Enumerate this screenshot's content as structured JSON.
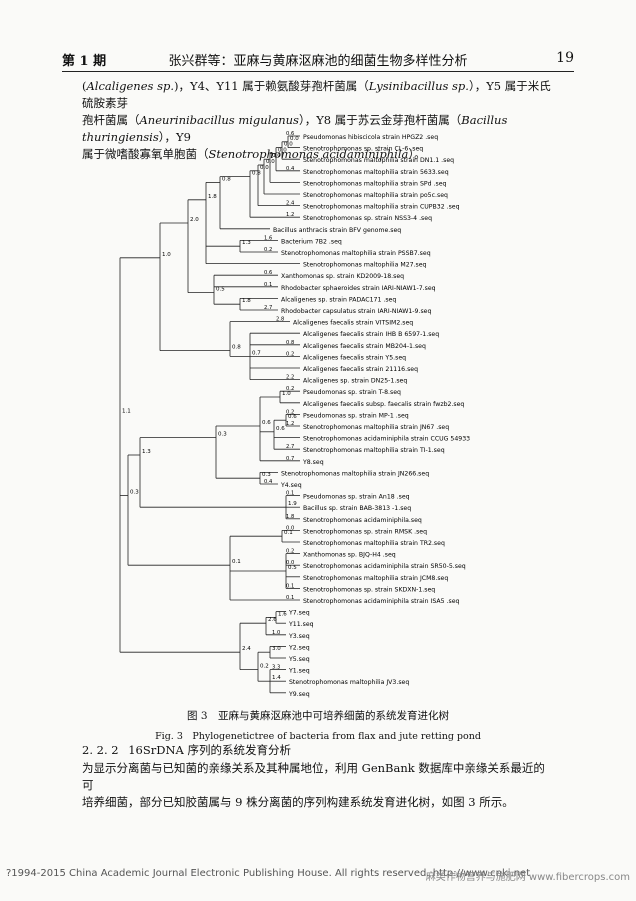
{
  "header": {
    "issue": "第 1 期",
    "title": "张兴群等：亚麻与黄麻沤麻池的细菌生物多样性分析",
    "page": "19"
  },
  "para1": [
    [
      "(",
      "Alcaligenes sp.",
      ")，Y4、Y11 属于赖氨酸芽孢杆菌属（",
      "Lysinibacillus sp.",
      "），Y5 属于米氏硫胺素芽"
    ],
    [
      "孢杆菌属（",
      "Aneurinibacillus migulanus",
      "），Y8 属于苏云金芽孢杆菌属（",
      "Bacillus thuringiensis",
      "），Y9"
    ],
    [
      "属于微嗜酸寡氧单胞菌（",
      "Stenotrophomonas acidaminiphila",
      "）。"
    ]
  ],
  "chart_data": {
    "type": "tree",
    "leaves": [
      "Pseudomonas hibiscicola strain HPGZ2 .seq",
      "Stenotrophomonas sp. strain CL-6 .seq",
      "Stenotrophomonas maltophilia strain DN1.1 .seq",
      "Stenotrophomonas maltophilia strain 5633.seq",
      "Stenotrophomonas maltophilia strain SPd .seq",
      "Stenotrophomonas maltophilia strain po5c.seq",
      "Stenotrophomonas maltophilia strain CUPB32 .seq",
      "Stenotrophomonas sp. strain NSS3-4 .seq",
      "Bacillus anthracis strain BFV genome.seq",
      "Bacterium 7B2 .seq",
      "Stenotrophomonas maltophilia strain PSSB7.seq",
      "Stenotrophomonas maltophilia M27.seq",
      "Xanthomonas sp. strain KD2009-18.seq",
      "Rhodobacter sphaeroides strain IARI-NIAW1-7.seq",
      "Alcaligenes sp. strain PADAC171 .seq",
      "Rhodobacter capsulatus strain IARI-NIAW1-9.seq",
      "Alcaligenes faecalis strain VITSIM2.seq",
      "Alcaligenes faecalis strain IHB B 6597-1.seq",
      "Alcaligenes faecalis strain MB204-1.seq",
      "Alcaligenes faecalis strain Y5.seq",
      "Alcaligenes faecalis strain 21116.seq",
      "Alcaligenes sp. strain DN25-1.seq",
      "Pseudomonas sp. strain T-8.seq",
      "Alcaligenes faecalis subsp. faecalis strain fwzb2.seq",
      "Pseudomonas sp. strain MP-1 .seq",
      "Stenotrophomonas maltophilia strain JN67 .seq",
      "Stenotrophomonas acidaminiphila strain CCUG 54933.seq",
      "Stenotrophomonas maltophilia strain TI-1.seq",
      "Y8.seq",
      "Stenotrophomonas maltophilia strain JN266.seq",
      "Y4.seq",
      "Pseudomonas sp. strain An18 .seq",
      "Bacillus sp. strain BAB-3813 -1.seq",
      "Stenotrophomonas acidaminiphila.seq",
      "Stenotrophomonas sp. strain RMSK .seq",
      "Stenotrophomonas maltophilia strain TR2.seq",
      "Xanthomonas sp. BJQ-H4 .seq",
      "Stenotrophomonas acidaminiphila strain SR50-5.seq",
      "Stenotrophomonas maltophilia strain JCM8.seq",
      "Stenotrophomonas sp. strain SKDXN-1.seq",
      "Stenotrophomonas acidaminiphila strain ISA5 .seq",
      "Y7.seq",
      "Y11.seq",
      "Y3.seq",
      "Y2.seq",
      "Y5.seq",
      "Y1.seq",
      "Stenotrophomonas maltophilia JV3.seq",
      "Y9.seq"
    ],
    "branch_labels": [
      "0.0",
      "0.0",
      "0.0",
      "0.0",
      "0.0",
      "0.0",
      "0.8",
      "0.8",
      "1.3",
      "1.8",
      "0.5",
      "1.8",
      "2.0",
      "0.7",
      "0.8",
      "1.0",
      "1.0",
      "0.6",
      "0.6",
      "0.6",
      "0.3",
      "0.3",
      "1.9",
      "1.3",
      "0.1",
      "0.5",
      "0.1",
      "0.3",
      "1.6",
      "2.6",
      "3.0",
      "1.4",
      "0.2",
      "2.4",
      "1.1",
      "1.2",
      "0.2",
      "0.1",
      "2.8",
      "0.2",
      "0.2",
      "1.2",
      "0.7",
      "0.1",
      "0.0",
      "0.0",
      "0.1",
      "1.0",
      "3.3",
      "0.6",
      "0.4",
      "2.4",
      "1.6",
      "0.6",
      "2.7",
      "0.8",
      "2.2",
      "0.2",
      "2.7",
      "0.4",
      "1.8",
      "0.2",
      "0.1"
    ]
  },
  "figure": {
    "caption_cn": "图 3　亚麻与黄麻沤麻池中可培养细菌的系统发育进化树",
    "caption_en": "Fig. 3　Phylogenetictree of bacteria from flax and jute retting pond"
  },
  "section": {
    "number": "2. 2. 2",
    "title_a": "16SrDNA",
    "title_b": " 序列的系统发育分析"
  },
  "para2": [
    "为显示分离菌与已知菌的亲缘关系及其种属地位，利用 GenBank 数据库中亲缘关系最近的可",
    "培养细菌，部分已知胶菌属与 9 株分离菌的序列构建系统发育进化树，如图 3 所示。"
  ],
  "footer": {
    "left": "?1994-2015 China Academic Journal Electronic Publishing House. All rights reserved.   http://www.cnki.net",
    "right": "麻类作物营养与施肥网 www.fibercrops.com"
  }
}
